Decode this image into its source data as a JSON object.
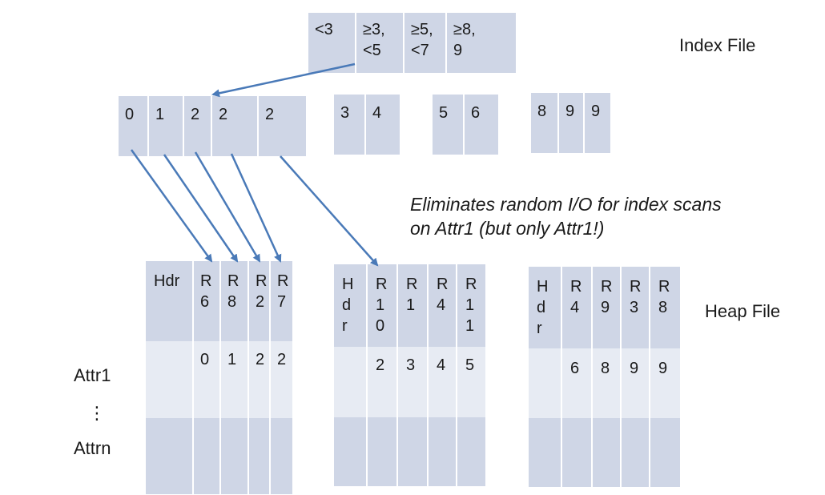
{
  "index_root": {
    "keys": [
      "<3",
      "≥3,\n<5",
      "≥5,\n<7",
      "≥8,\n9"
    ]
  },
  "leaf_pages": [
    {
      "keys": [
        "0",
        "1",
        "2",
        "2",
        "2"
      ]
    },
    {
      "keys": [
        "3",
        "4"
      ]
    },
    {
      "keys": [
        "5",
        "6"
      ]
    },
    {
      "keys": [
        "8",
        "9",
        "9"
      ]
    }
  ],
  "heap_pages": [
    {
      "header": "Hdr",
      "records": [
        "R\n6",
        "R\n8",
        "R\n2",
        "R\n7"
      ],
      "attr1": [
        "0",
        "1",
        "2",
        "2"
      ]
    },
    {
      "header": "H\nd\nr",
      "records": [
        "R\n1\n0",
        "R\n1",
        "R\n4",
        "R\n1\n1"
      ],
      "attr1": [
        "2",
        "3",
        "4",
        "5"
      ]
    },
    {
      "header": "H\nd\nr",
      "records": [
        "R\n4",
        "R\n9",
        "R\n3",
        "R\n8"
      ],
      "attr1": [
        "6",
        "8",
        "9",
        "9"
      ]
    }
  ],
  "labels": {
    "index_file": "Index File",
    "heap_file": "Heap File",
    "note": "Eliminates random I/O for index scans\non Attr1 (but only Attr1!)",
    "attr1": "Attr1",
    "ellipsis": "⋮",
    "attrn": "Attrn"
  },
  "colors": {
    "dark_cell": "#cfd6e6",
    "light_cell": "#e7ebf3",
    "arrow": "#4a7ab8"
  }
}
